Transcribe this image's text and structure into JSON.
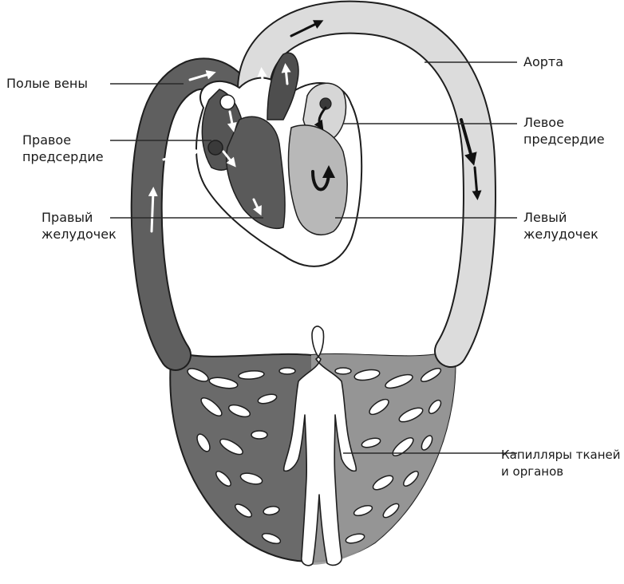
{
  "labels": {
    "vena_cava": "Полые вены",
    "right_atrium": [
      "Правое",
      "предсердие"
    ],
    "right_ventricle": [
      "Правый",
      "желудочек"
    ],
    "aorta": "Аорта",
    "left_atrium": [
      "Левое",
      "предсердие"
    ],
    "left_ventricle": [
      "Левый",
      "желудочек"
    ],
    "capillaries": [
      "Капилляры тканей",
      "и органов"
    ]
  },
  "colors": {
    "venous": "#5f5f5f",
    "arterial": "#cfcfcf",
    "outline": "#1e1e1e",
    "leader": "#2a2a2a",
    "body": "#ffffff"
  }
}
